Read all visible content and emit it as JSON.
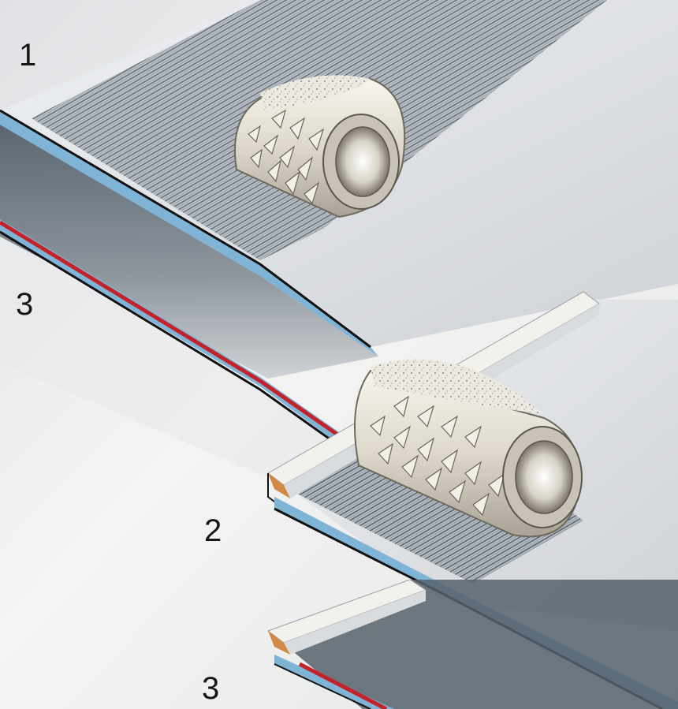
{
  "labels": {
    "step_1": "1",
    "step_2": "2",
    "step_3_top": "3",
    "step_3_bottom": "3"
  },
  "colors": {
    "background": "#e9eaec",
    "panel_edge": "#7fb4d6",
    "panel_edge_dark": "#111111",
    "adhesive_layer": "#c4222a",
    "wood_core": "#d08a45",
    "roller_body": "#e6e2d8",
    "brush_strips": "#6d7780"
  },
  "icons": {
    "roller_top": "spiked-roller-icon",
    "roller_bottom": "spiked-roller-icon"
  }
}
